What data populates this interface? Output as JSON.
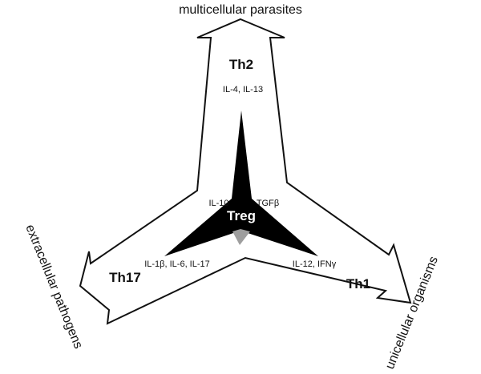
{
  "diagram": {
    "targets": {
      "top": "multicellular parasites",
      "left": "extracellular pathogens",
      "right": "unicellular organisms"
    },
    "cells": {
      "th2": "Th2",
      "th17": "Th17",
      "th1": "Th1",
      "treg": "Treg"
    },
    "cytokines": {
      "th2": "IL-4, IL-13",
      "th17": "IL-1β, IL-6, IL-17",
      "th1": "IL-12, IFNγ",
      "treg_left": "IL-10",
      "treg_right": "TGFβ"
    },
    "colors": {
      "outline": "#111111",
      "star": "#000000",
      "star_center": "#9e9e9e",
      "text": "#111111",
      "treg_text": "#ffffff"
    }
  }
}
